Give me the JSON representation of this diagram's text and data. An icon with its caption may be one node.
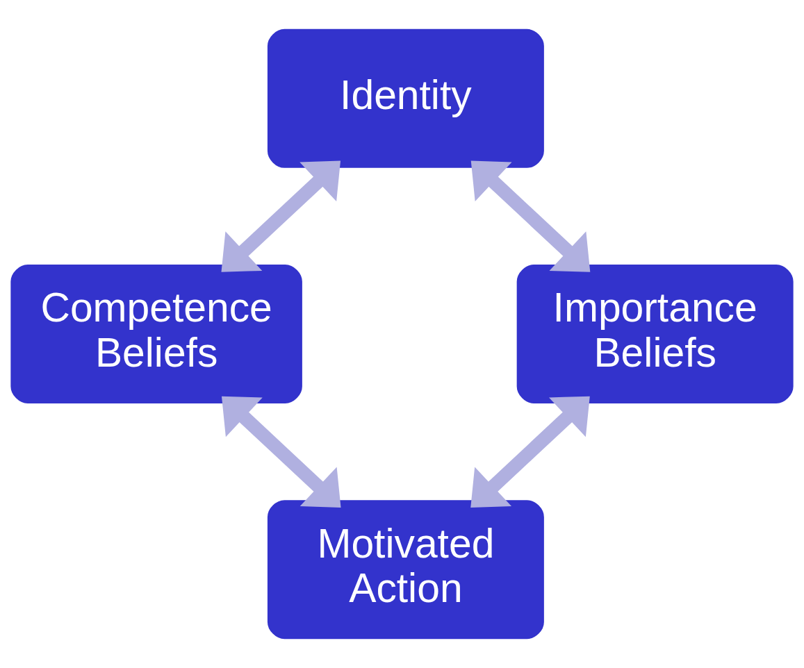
{
  "diagram": {
    "nodes": [
      {
        "text": [
          "Identity"
        ]
      },
      {
        "text": [
          "Competence Beliefs"
        ]
      },
      {
        "text": [
          "Importance Beliefs"
        ]
      },
      {
        "text": [
          "Motivated Action"
        ]
      }
    ],
    "edges": [
      {
        "from": 0,
        "to": 1,
        "arrow": "both"
      },
      {
        "from": 0,
        "to": 2,
        "arrow": "both"
      },
      {
        "from": 1,
        "to": 3,
        "arrow": "both"
      },
      {
        "from": 2,
        "to": 3,
        "arrow": "both"
      }
    ]
  }
}
